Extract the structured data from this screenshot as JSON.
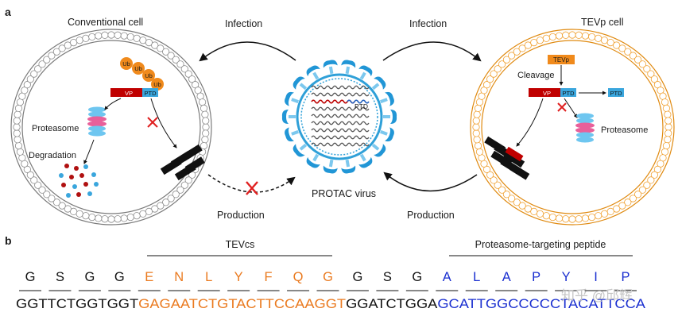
{
  "panel_a": {
    "panel_label": "a",
    "left_cell": {
      "title": "Conventional cell",
      "ub_labels": [
        "Ub",
        "Ub",
        "Ub",
        "Ub"
      ],
      "vp": "VP",
      "ptd": "PTD",
      "proteasome": "Proteasome",
      "degradation": "Degradation"
    },
    "right_cell": {
      "title": "TEVp cell",
      "tevp": "TEVp",
      "cleavage": "Cleavage",
      "vp": "VP",
      "ptd": "PTD",
      "ptd_free": "PTD",
      "proteasome": "Proteasome"
    },
    "virus": {
      "label": "PROTAC virus",
      "ptd": "PTD"
    },
    "arrows": {
      "infection_left": "Infection",
      "infection_right": "Infection",
      "production_left": "Production",
      "production_right": "Production"
    },
    "colors": {
      "vp_red": "#c00000",
      "ptd_blue": "#3aa6dd",
      "ub_orange": "#f08a1c",
      "tevp_cell": "#f5a623",
      "conventional_cell": "#9a9a9a",
      "inhibit_red": "#e02020"
    }
  },
  "panel_b": {
    "panel_label": "b",
    "tevcs_label": "TEVcs",
    "ptp_label": "Proteasome-targeting peptide",
    "amino_acids": [
      {
        "aa": "G",
        "color": "#111111"
      },
      {
        "aa": "S",
        "color": "#111111"
      },
      {
        "aa": "G",
        "color": "#111111"
      },
      {
        "aa": "G",
        "color": "#111111"
      },
      {
        "aa": "E",
        "color": "#ea7a1f"
      },
      {
        "aa": "N",
        "color": "#ea7a1f"
      },
      {
        "aa": "L",
        "color": "#ea7a1f"
      },
      {
        "aa": "Y",
        "color": "#ea7a1f"
      },
      {
        "aa": "F",
        "color": "#ea7a1f"
      },
      {
        "aa": "Q",
        "color": "#ea7a1f"
      },
      {
        "aa": "G",
        "color": "#ea7a1f"
      },
      {
        "aa": "G",
        "color": "#111111"
      },
      {
        "aa": "S",
        "color": "#111111"
      },
      {
        "aa": "G",
        "color": "#111111"
      },
      {
        "aa": "A",
        "color": "#1a2fd0"
      },
      {
        "aa": "L",
        "color": "#1a2fd0"
      },
      {
        "aa": "A",
        "color": "#1a2fd0"
      },
      {
        "aa": "P",
        "color": "#1a2fd0"
      },
      {
        "aa": "Y",
        "color": "#1a2fd0"
      },
      {
        "aa": "I",
        "color": "#1a2fd0"
      },
      {
        "aa": "P",
        "color": "#1a2fd0"
      }
    ],
    "dna_segments": [
      {
        "text": "GGTTCTGGTGGT",
        "color": "#111111"
      },
      {
        "text": "GAGAATCTGTACTTCCAAGGT",
        "color": "#ea7a1f"
      },
      {
        "text": "GGATCTGGA",
        "color": "#111111"
      },
      {
        "text": "GCATTGGCCCCCTACATTCCA",
        "color": "#1a2fd0"
      }
    ]
  },
  "watermark": "知乎 @邱辉"
}
